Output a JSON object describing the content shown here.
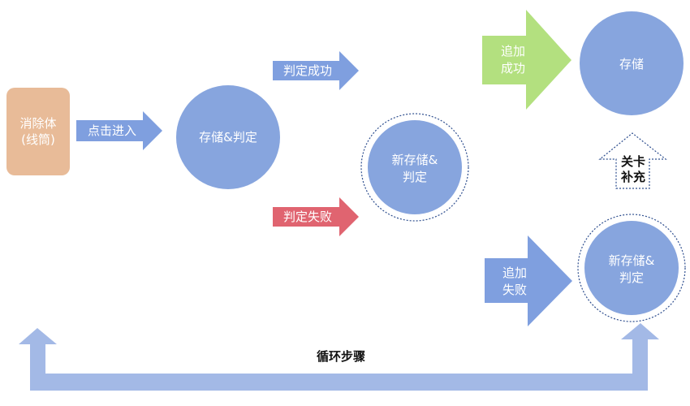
{
  "colors": {
    "source": "#e8bb98",
    "arrow_blue": "#7f9fdf",
    "circle": "#87a5de",
    "arrow_red": "#e06470",
    "arrow_green": "#b3e07f",
    "loop": "#a3b9e6"
  },
  "nodes": {
    "source_line1": "消除体",
    "source_line2": "(线筒)",
    "store_judge": "存储&判定",
    "new_store_line1": "新存储&",
    "new_store_line2": "判定",
    "store": "存储",
    "new_store2_line1": "新存储&",
    "new_store2_line2": "判定"
  },
  "arrows": {
    "enter": "点击进入",
    "judge_success": "判定成功",
    "judge_fail": "判定失败",
    "add_success_line1": "追加",
    "add_success_line2": "成功",
    "add_fail_line1": "追加",
    "add_fail_line2": "失败",
    "level_refill_line1": "关卡",
    "level_refill_line2": "补充"
  },
  "loop": {
    "label": "循环步骤"
  }
}
